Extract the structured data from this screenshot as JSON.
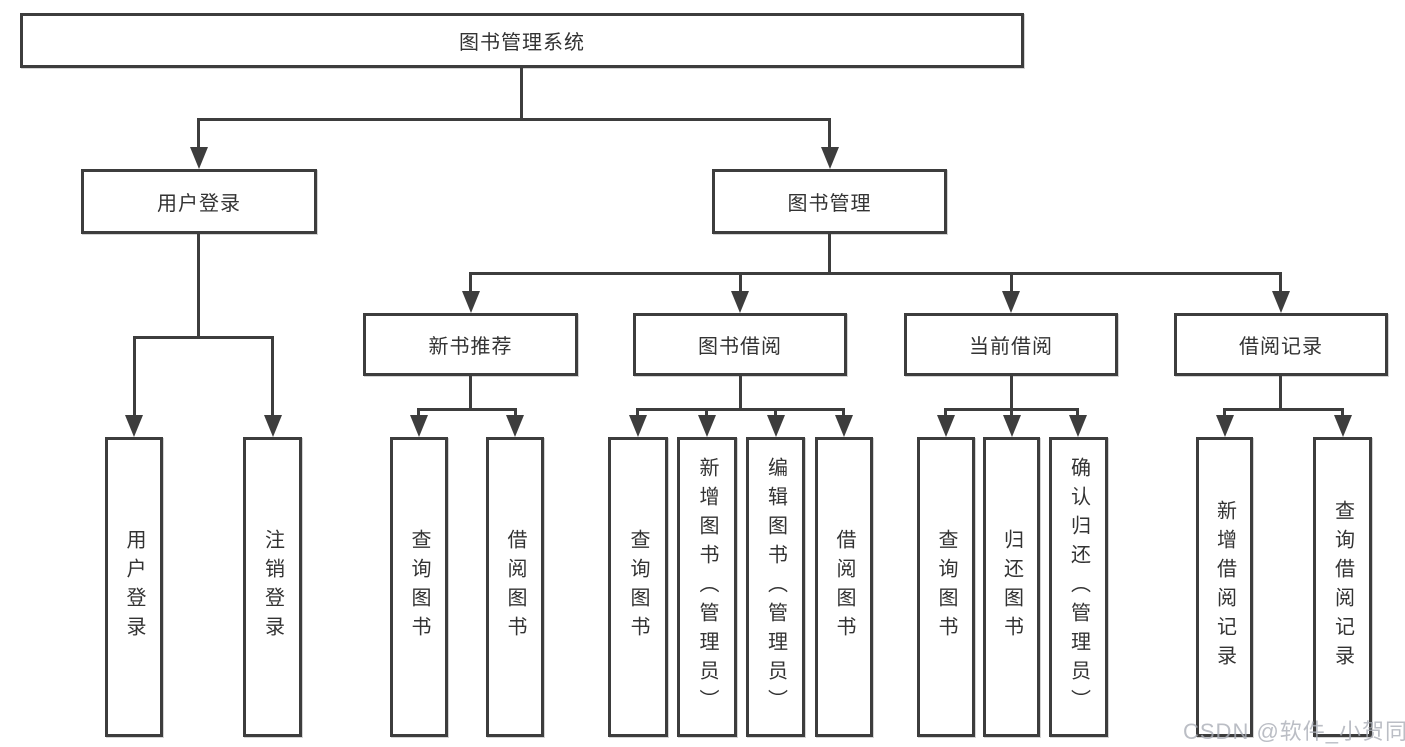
{
  "root": {
    "label": "图书管理系统"
  },
  "level2": [
    {
      "label": "用户登录",
      "leaves": [
        "用户登录",
        "注销登录"
      ]
    },
    {
      "label": "图书管理"
    }
  ],
  "level3": [
    {
      "label": "新书推荐",
      "leaves": [
        "查询图书",
        "借阅图书"
      ]
    },
    {
      "label": "图书借阅",
      "leaves": [
        "查询图书",
        "新增图书（管理员）",
        "编辑图书（管理员）",
        "借阅图书"
      ]
    },
    {
      "label": "当前借阅",
      "leaves": [
        "查询图书",
        "归还图书",
        "确认归还（管理员）"
      ]
    },
    {
      "label": "借阅记录",
      "leaves": [
        "新增借阅记录",
        "查询借阅记录"
      ]
    }
  ],
  "watermark": "CSDN @软件_小贺同学",
  "colors": {
    "line": "#3d3d3d",
    "text": "#333333",
    "background": "#ffffff",
    "watermark": "#aaaeb6"
  }
}
